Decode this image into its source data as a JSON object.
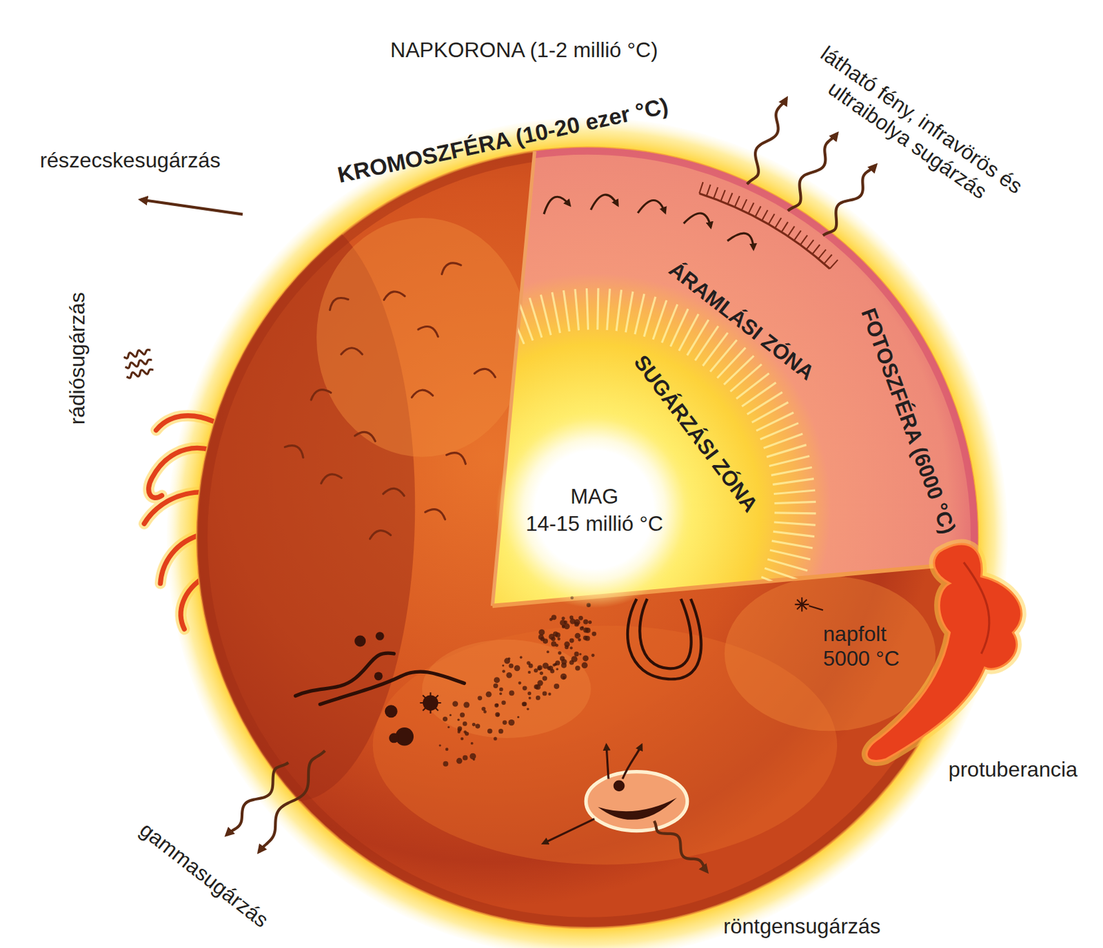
{
  "diagram": {
    "nodes": [
      {
        "text": [
          "MAG",
          "14-15 millió °C"
        ]
      }
    ],
    "labels": [
      "NAPKORONA (1-2 millió °C)",
      "KROMOSZFÉRA (10-20 ezer °C)",
      "látható fény, infravörös és ultraibolya sugárzás",
      "részecskesugárzás",
      "rádiósugárzás",
      "ÁRAMLÁSI ZÓNA",
      "SUGÁRZÁSI ZÓNA",
      "FOTOSZFÉRA (6000 °C)",
      "napfolt 5000 °C",
      "protuberancia",
      "gammasugárzás",
      "röntgensugárzás"
    ]
  }
}
